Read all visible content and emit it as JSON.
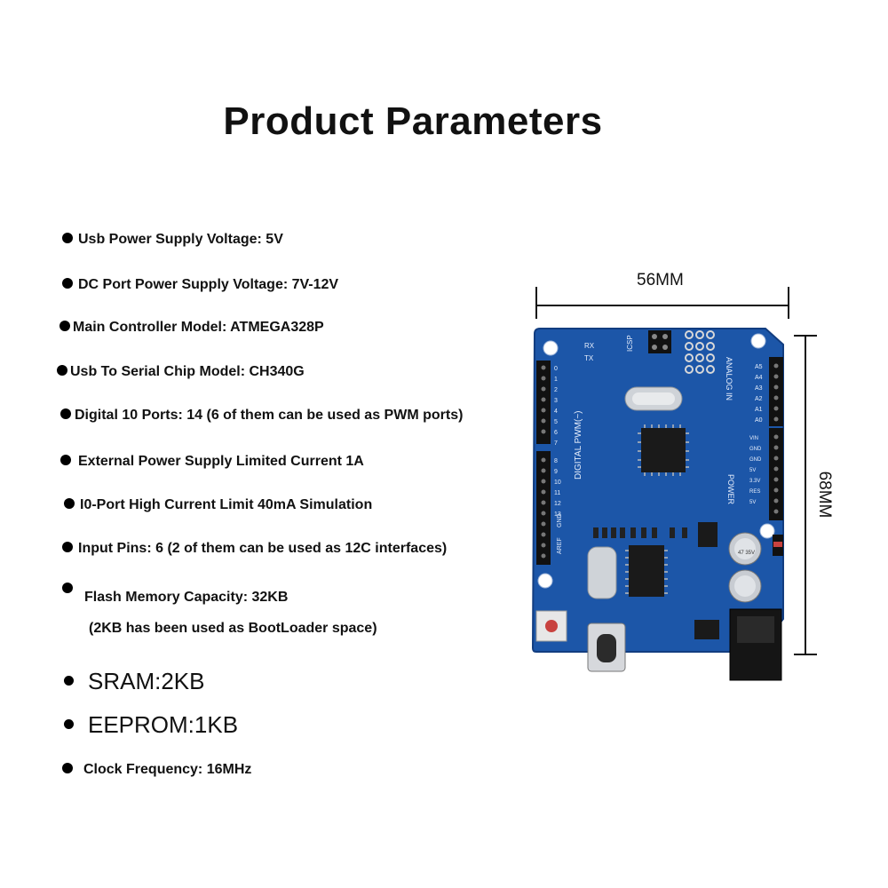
{
  "title": "Product Parameters",
  "specs": [
    "Usb Power Supply Voltage: 5V",
    "DC Port Power Supply Voltage: 7V-12V",
    "Main Controller Model: ATMEGA328P",
    "Usb To Serial Chip Model: CH340G",
    "Digital 10 Ports: 14 (6 of them can be used as PWM ports)",
    "External Power Supply Limited Current 1A",
    "I0-Port High Current Limit 40mA Simulation",
    "Input Pins: 6 (2 of them can be used as 12C interfaces)",
    "Flash Memory Capacity: 32KB",
    "(2KB has been used as BootLoader space)",
    "SRAM:2KB",
    "EEPROM:1KB",
    "Clock Frequency: 16MHz"
  ],
  "dimensions": {
    "width": "56MM",
    "height": "68MM"
  },
  "board": {
    "silk_digital": "DIGITAL PWM(~)",
    "silk_analog": "ANALOG IN",
    "silk_power": "POWER",
    "silk_icsp": "ICSP",
    "silk_rx": "RX",
    "silk_tx": "TX",
    "silk_gnd": "GND",
    "silk_aref": "AREF",
    "silk_cap": "47 35V",
    "analog_pins": [
      "A5",
      "A4",
      "A3",
      "A2",
      "A1",
      "A0"
    ],
    "power_pins": [
      "VIN",
      "GND",
      "GND",
      "5V",
      "3.3V",
      "RES",
      "5V"
    ],
    "digital_pins_low": [
      "0",
      "1",
      "2",
      "3",
      "4",
      "5",
      "6",
      "7"
    ],
    "digital_pins_high": [
      "8",
      "9",
      "10",
      "11",
      "12",
      "13"
    ],
    "colors": {
      "pcb": "#1c56a8",
      "edge": "#123d80",
      "header": "#111111",
      "silk": "#e6eefc"
    }
  }
}
